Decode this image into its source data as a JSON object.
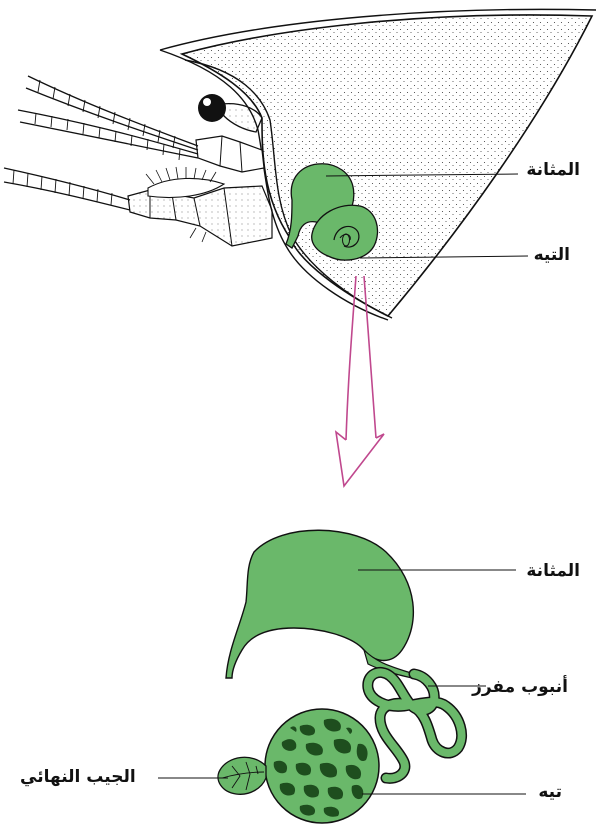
{
  "labels": {
    "bladder_top": "المثانة",
    "labyrinth_top": "التيه",
    "bladder_bottom": "المثانة",
    "excretory_tubule": "أنبوب مفرز",
    "end_sac": "الجيب النهائي",
    "labyrinth_bottom": "تيه"
  },
  "colors": {
    "gland_fill": "#6ab86a",
    "gland_dark": "#1e4e1e",
    "outline": "#111111",
    "arrow": "#c0488e",
    "stipple": "#333333"
  }
}
